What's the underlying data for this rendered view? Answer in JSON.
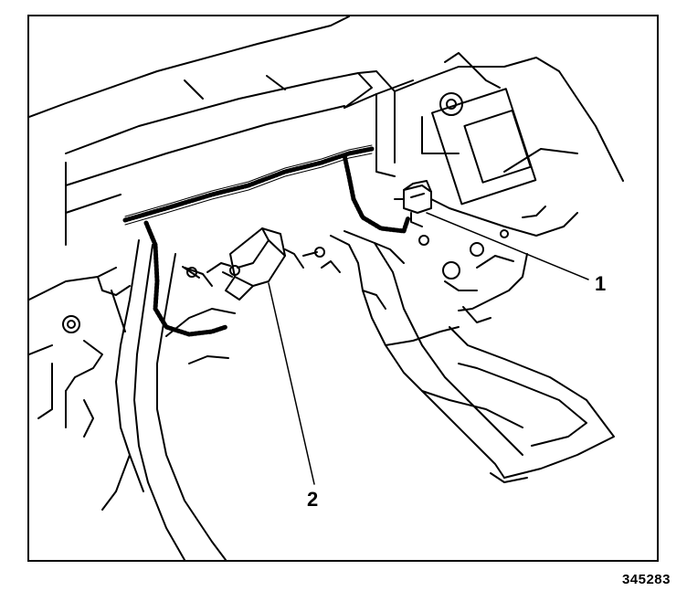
{
  "callouts": {
    "one": "1",
    "two": "2"
  },
  "figure_number": "345283",
  "colors": {
    "line": "#000000",
    "background": "#ffffff"
  }
}
